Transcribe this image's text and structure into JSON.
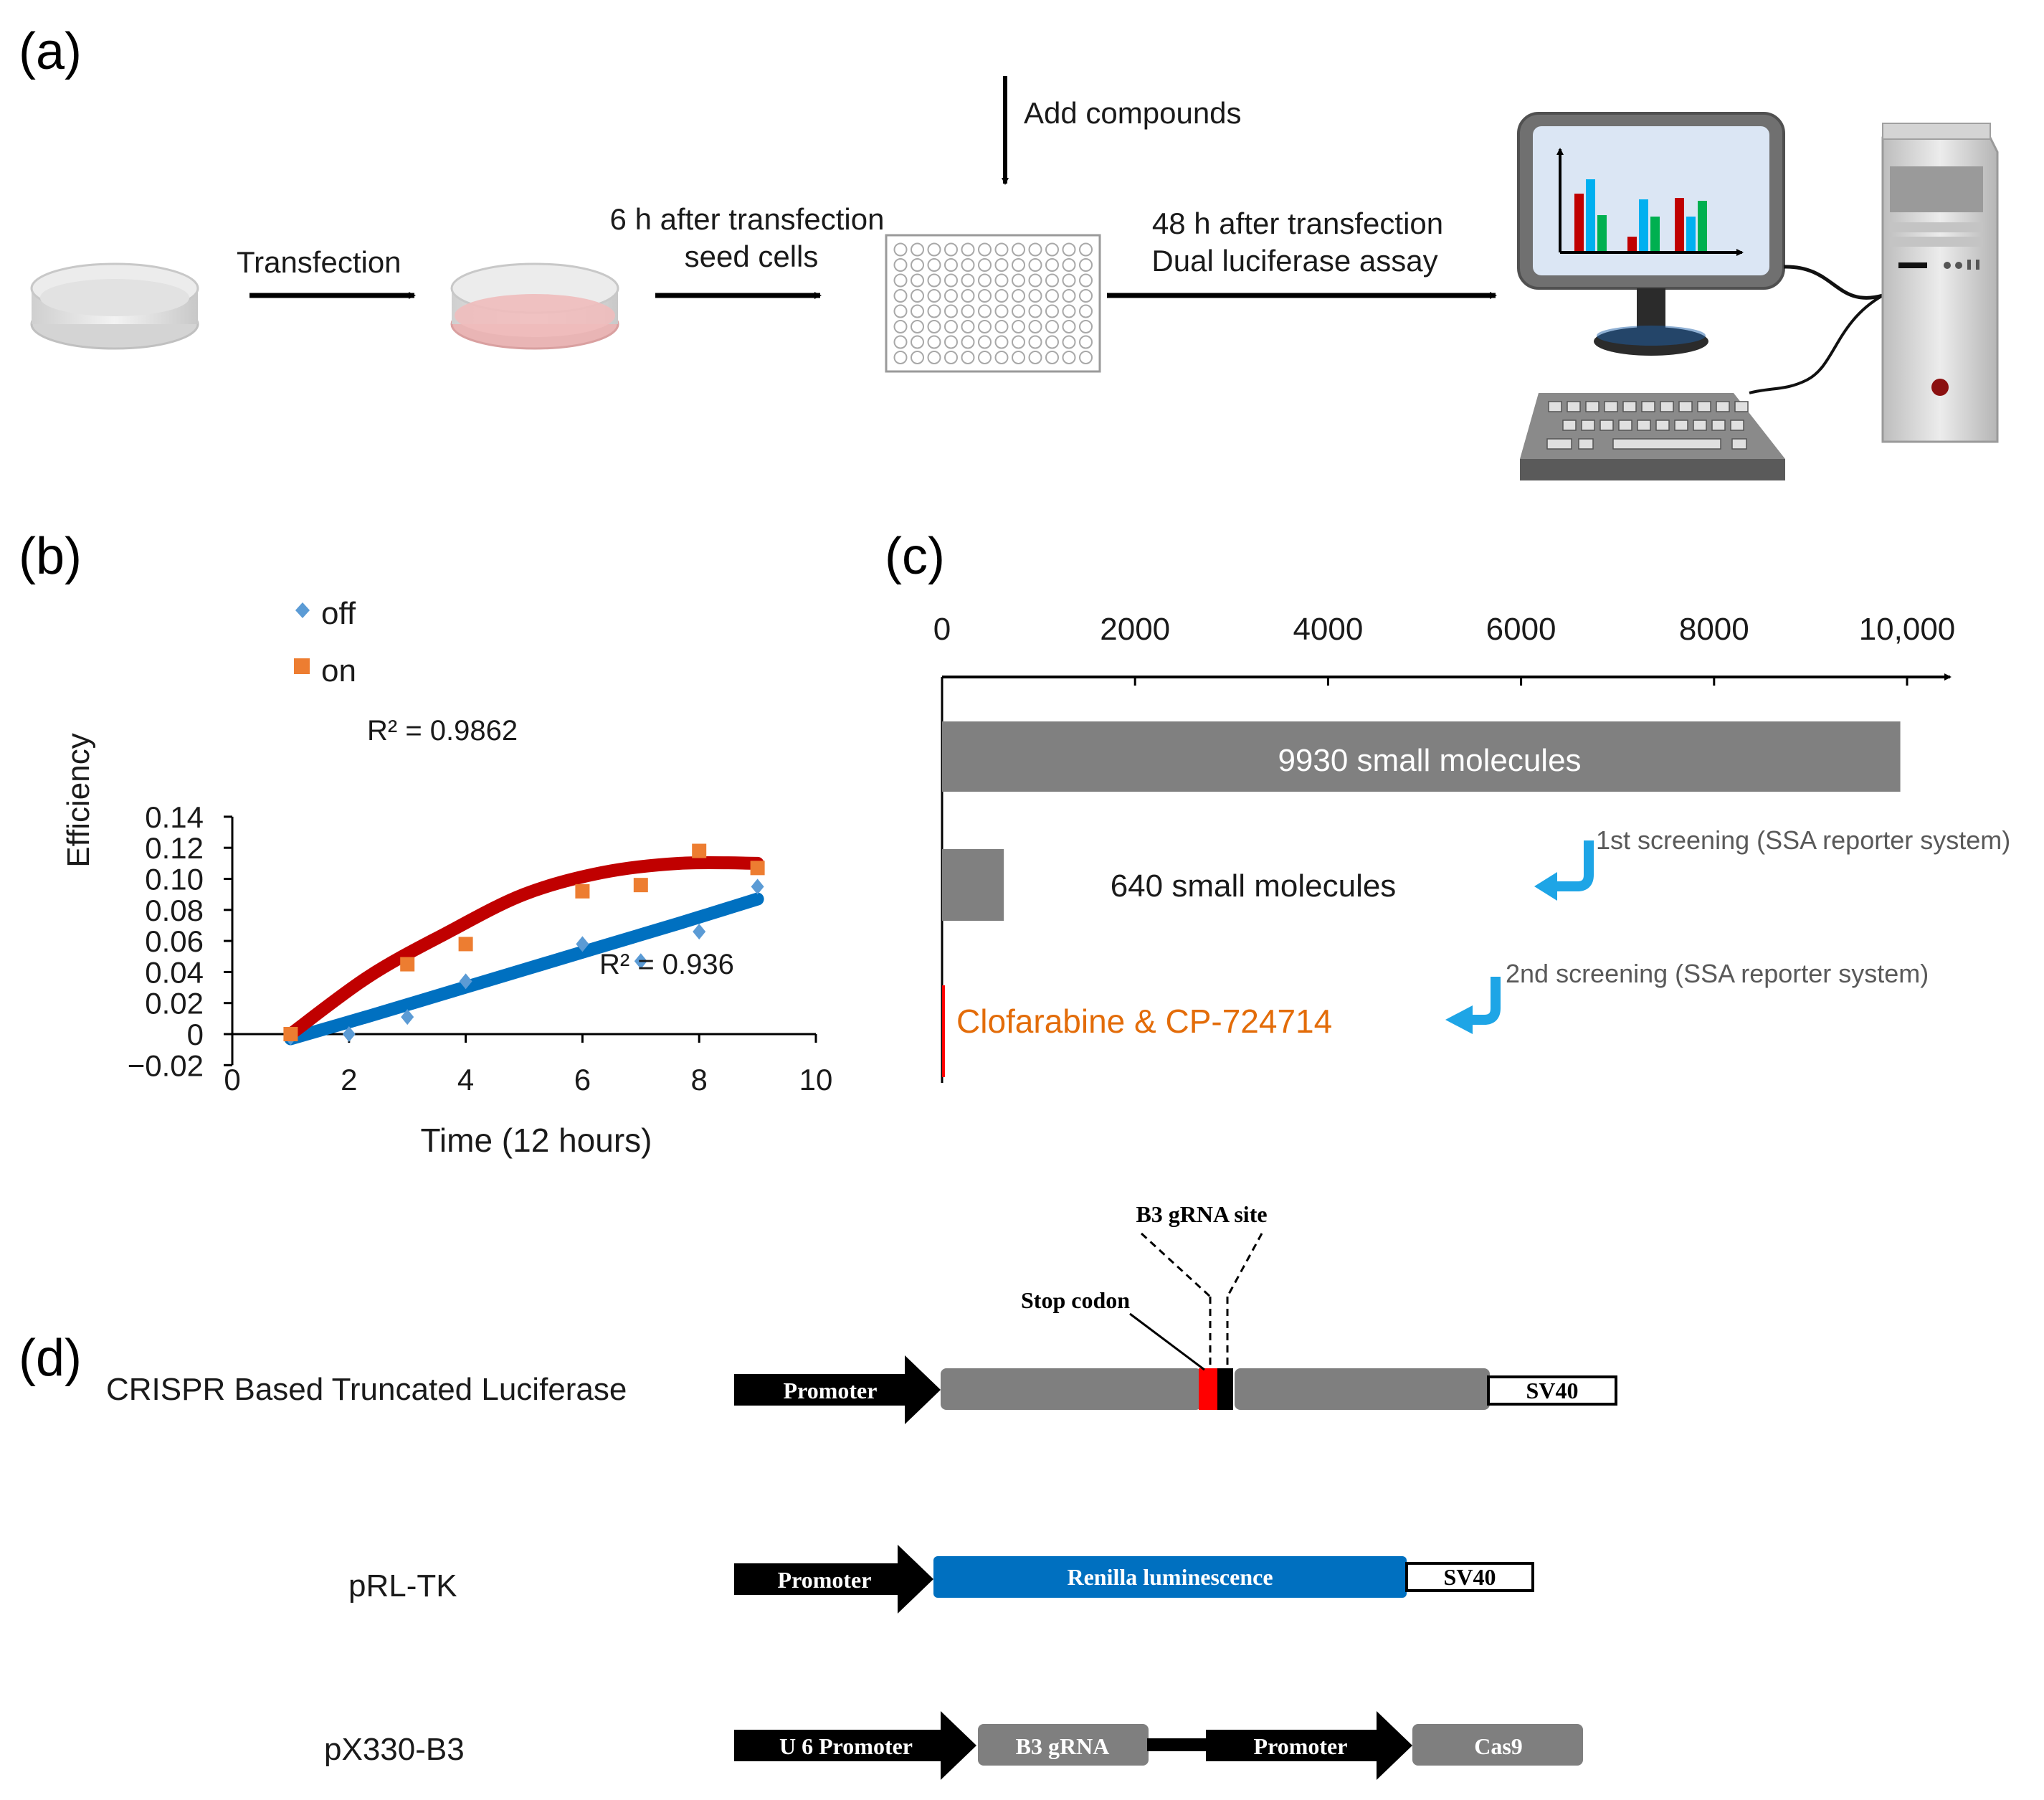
{
  "panels": {
    "a": "(a)",
    "b": "(b)",
    "c": "(c)",
    "d": "(d)"
  },
  "workflow": {
    "step1": "Transfection",
    "step2_line1": "6 h after transfection",
    "step2_line2": "seed cells",
    "add": "Add compounds",
    "step3_line1": "48 h after transfection",
    "step3_line2": "Dual luciferase assay",
    "colors": {
      "red": "#c00000",
      "blue": "#00b0f0",
      "green": "#00b050"
    }
  },
  "chart_data": [
    {
      "type": "scatter",
      "xlabel": "Time (12 hours)",
      "ylabel": "Efficiency",
      "xlim": [
        0,
        10
      ],
      "ylim": [
        -0.02,
        0.14
      ],
      "x_ticks": [
        "0",
        "2",
        "4",
        "6",
        "8",
        "10"
      ],
      "y_ticks": [
        "−0.02",
        "0",
        "0.02",
        "0.04",
        "0.06",
        "0.08",
        "0.10",
        "0.12",
        "0.14"
      ],
      "legend_position": "top-left",
      "series": [
        {
          "name": "off",
          "marker": "diamond",
          "color": "#5b9bd5",
          "trend_color": "#0070c0",
          "r2_label": "R² = 0.936",
          "x": [
            1,
            2,
            3,
            4,
            6,
            7,
            8,
            9
          ],
          "y": [
            -0.002,
            0.0,
            0.011,
            0.034,
            0.058,
            0.047,
            0.066,
            0.095
          ],
          "trend": [
            -0.003,
            0.0115,
            0.0265,
            0.0415,
            0.0565,
            0.0715,
            0.087
          ]
        },
        {
          "name": "on",
          "marker": "square",
          "color": "#ed7d31",
          "trend_color": "#c00000",
          "r2_label": "R² = 0.9862",
          "x": [
            1,
            3,
            4,
            6,
            7,
            8,
            9
          ],
          "y": [
            0.0,
            0.045,
            0.058,
            0.092,
            0.096,
            0.118,
            0.107
          ],
          "trend": [
            0.0,
            0.037,
            0.065,
            0.09,
            0.104,
            0.11,
            0.11
          ]
        }
      ]
    },
    {
      "type": "bar",
      "orientation": "horizontal",
      "x_ticks": [
        "0",
        "2000",
        "4000",
        "6000",
        "8000",
        "10,000"
      ],
      "xlim": [
        0,
        10500
      ],
      "bars": [
        {
          "value": 9930,
          "label": "9930 small molecules",
          "color": "#808080",
          "label_color": "#ffffff"
        },
        {
          "value": 640,
          "label": "640 small molecules",
          "color": "#808080",
          "label_color": "#1a1a1a"
        },
        {
          "value": 20,
          "label": "Clofarabine & CP-724714",
          "color": "#ff0000",
          "label_color": "#e36c09"
        }
      ],
      "annotations": [
        "1st screening (SSA reporter system)",
        "2nd screening (SSA reporter system)"
      ],
      "arrow_color": "#1ea5e6"
    }
  ],
  "constructs": [
    {
      "name": "CRISPR Based Truncated Luciferase",
      "promoter": "Promoter",
      "terminator": "SV40",
      "stop": "Stop codon",
      "site": "B3 gRNA site"
    },
    {
      "name": "pRL-TK",
      "promoter": "Promoter",
      "gene": "Renilla luminescence",
      "terminator": "SV40"
    },
    {
      "name": "pX330-B3",
      "promoter1": "U 6 Promoter",
      "guide": "B3 gRNA",
      "promoter2": "Promoter",
      "gene": "Cas9"
    }
  ]
}
